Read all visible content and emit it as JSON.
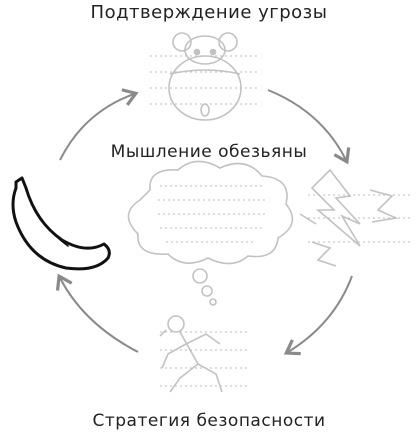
{
  "diagram": {
    "title_top": "Подтверждение угрозы",
    "title_middle": "Мышление обезьяны",
    "title_bottom": "Стратегия безопасности"
  },
  "colors": {
    "line": "#8a8a8a",
    "ink": "#111111",
    "faint": "#bdbdbd",
    "text": "#222222"
  },
  "icons": [
    "monkey-face-icon",
    "thought-cloud-icon",
    "lightning-burst-icon",
    "running-figure-icon",
    "banana-icon"
  ]
}
